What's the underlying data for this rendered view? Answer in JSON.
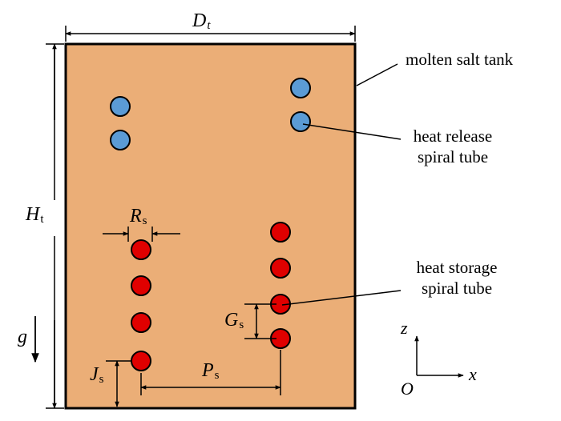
{
  "colors": {
    "tank_fill": "#EBAE77",
    "tank_stroke": "#000000",
    "release_tube": "#5B9BD5",
    "storage_tube": "#E00000",
    "line": "#000000"
  },
  "labels": {
    "tank_width_symbol": "D",
    "tank_width_sub": "t",
    "tank_height_symbol": "H",
    "tank_height_sub": "t",
    "gravity": "g",
    "radius_symbol": "R",
    "radius_sub": "s",
    "gap_symbol": "G",
    "gap_sub": "s",
    "pitch_symbol": "P",
    "pitch_sub": "s",
    "bottom_symbol": "J",
    "bottom_sub": "s",
    "axis_z": "z",
    "axis_x": "x",
    "axis_origin": "O"
  },
  "callouts": {
    "tank": "molten salt tank",
    "release_line1": "heat release",
    "release_line2": "spiral tube",
    "storage_line1": "heat storage",
    "storage_line2": "spiral tube"
  },
  "icons": {
    "gravity_arrow": "down-arrow-icon",
    "axes": "coordinate-axes-icon"
  }
}
